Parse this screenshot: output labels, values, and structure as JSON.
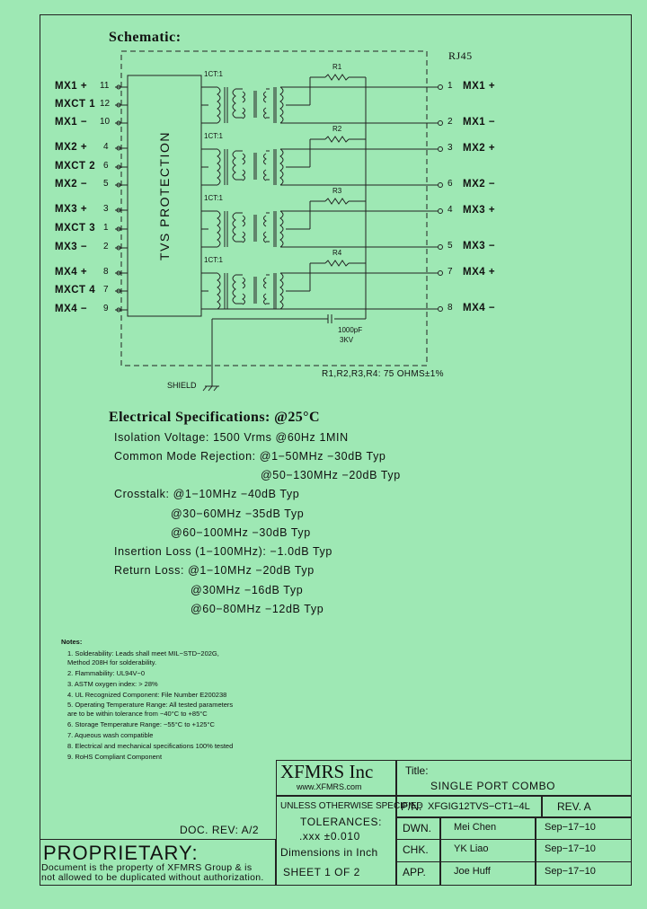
{
  "schematic": {
    "title": "Schematic:",
    "connector_label": "RJ45",
    "tvs_label": "TVS PROTECTION",
    "left_pins": [
      {
        "label": "MX1 +",
        "num": "11"
      },
      {
        "label": "MXCT 1",
        "num": "12"
      },
      {
        "label": "MX1 −",
        "num": "10"
      },
      {
        "label": "MX2 +",
        "num": "4"
      },
      {
        "label": "MXCT 2",
        "num": "6"
      },
      {
        "label": "MX2 −",
        "num": "5"
      },
      {
        "label": "MX3 +",
        "num": "3"
      },
      {
        "label": "MXCT 3",
        "num": "1"
      },
      {
        "label": "MX3 −",
        "num": "2"
      },
      {
        "label": "MX4 +",
        "num": "8"
      },
      {
        "label": "MXCT 4",
        "num": "7"
      },
      {
        "label": "MX4 −",
        "num": "9"
      }
    ],
    "right_pins": [
      {
        "num": "1",
        "label": "MX1 +"
      },
      {
        "num": "2",
        "label": "MX1 −"
      },
      {
        "num": "3",
        "label": "MX2 +"
      },
      {
        "num": "6",
        "label": "MX2 −"
      },
      {
        "num": "4",
        "label": "MX3 +"
      },
      {
        "num": "5",
        "label": "MX3 −"
      },
      {
        "num": "7",
        "label": "MX4 +"
      },
      {
        "num": "8",
        "label": "MX4 −"
      }
    ],
    "ratio_labels": [
      "1CT:1",
      "1CT:1",
      "1CT:1",
      "1CT:1"
    ],
    "resistors": [
      "R1",
      "R2",
      "R3",
      "R4"
    ],
    "cap_value": "1000pF",
    "cap_voltage": "3KV",
    "shield_label": "SHIELD",
    "resistor_note": "R1,R2,R3,R4: 75 OHMS±1%"
  },
  "electrical": {
    "title": "Electrical Specifications: @25°C",
    "lines": [
      "Isolation Voltage:  1500 Vrms @60Hz 1MIN",
      "Common Mode Rejection: @1−50MHz −30dB Typ",
      "@50−130MHz −20dB Typ",
      "Crosstalk: @1−10MHz −40dB Typ",
      "@30−60MHz −35dB Typ",
      "@60−100MHz −30dB Typ",
      "Insertion Loss (1−100MHz): −1.0dB Typ",
      "Return Loss: @1−10MHz   −20dB Typ",
      "@30MHz    −16dB Typ",
      "@60−80MHz   −12dB Typ"
    ]
  },
  "notes": {
    "title": "Notes:",
    "items": [
      "1.  Solderability: Leads shall meet MIL−STD−202G,",
      "     Method 208H for solderability.",
      "2.  Flammability: UL94V−0",
      "3.  ASTM oxygen index: > 28%",
      "4.  UL Recognized Component: File Number E200238",
      "5.  Operating Temperature Range: All tested parameters",
      "     are to be within tolerance from −40°C to +85°C",
      "6.  Storage Temperature Range: −55°C to +125°C",
      "7.  Aqueous wash compatible",
      "8.  Electrical and mechanical specifications 100% tested",
      "9.  RoHS Compliant Component"
    ]
  },
  "title_block": {
    "company": "XFMRS Inc",
    "website": "www.XFMRS.com",
    "title_label": "Title:",
    "title_value": "SINGLE PORT COMBO",
    "pn_label": "P/N:",
    "pn_value": "XFGIG12TVS−CT1−4L",
    "rev": "REV. A",
    "tolerance_heading": "UNLESS OTHERWISE SPECIFIED",
    "tolerances_label": "TOLERANCES:",
    "tolerance_value": ".xxx ±0.010",
    "dimensions": "Dimensions in Inch",
    "sheet": "SHEET  1  OF  2",
    "doc_rev": "DOC. REV: A/2",
    "rows": [
      {
        "role": "DWN.",
        "name": "Mei Chen",
        "date": "Sep−17−10"
      },
      {
        "role": "CHK.",
        "name": "YK Liao",
        "date": "Sep−17−10"
      },
      {
        "role": "APP.",
        "name": "Joe Huff",
        "date": "Sep−17−10"
      }
    ],
    "proprietary": "PROPRIETARY:",
    "proprietary_text_1": "Document is the property of XFMRS Group & is",
    "proprietary_text_2": "not allowed to be duplicated without authorization."
  }
}
